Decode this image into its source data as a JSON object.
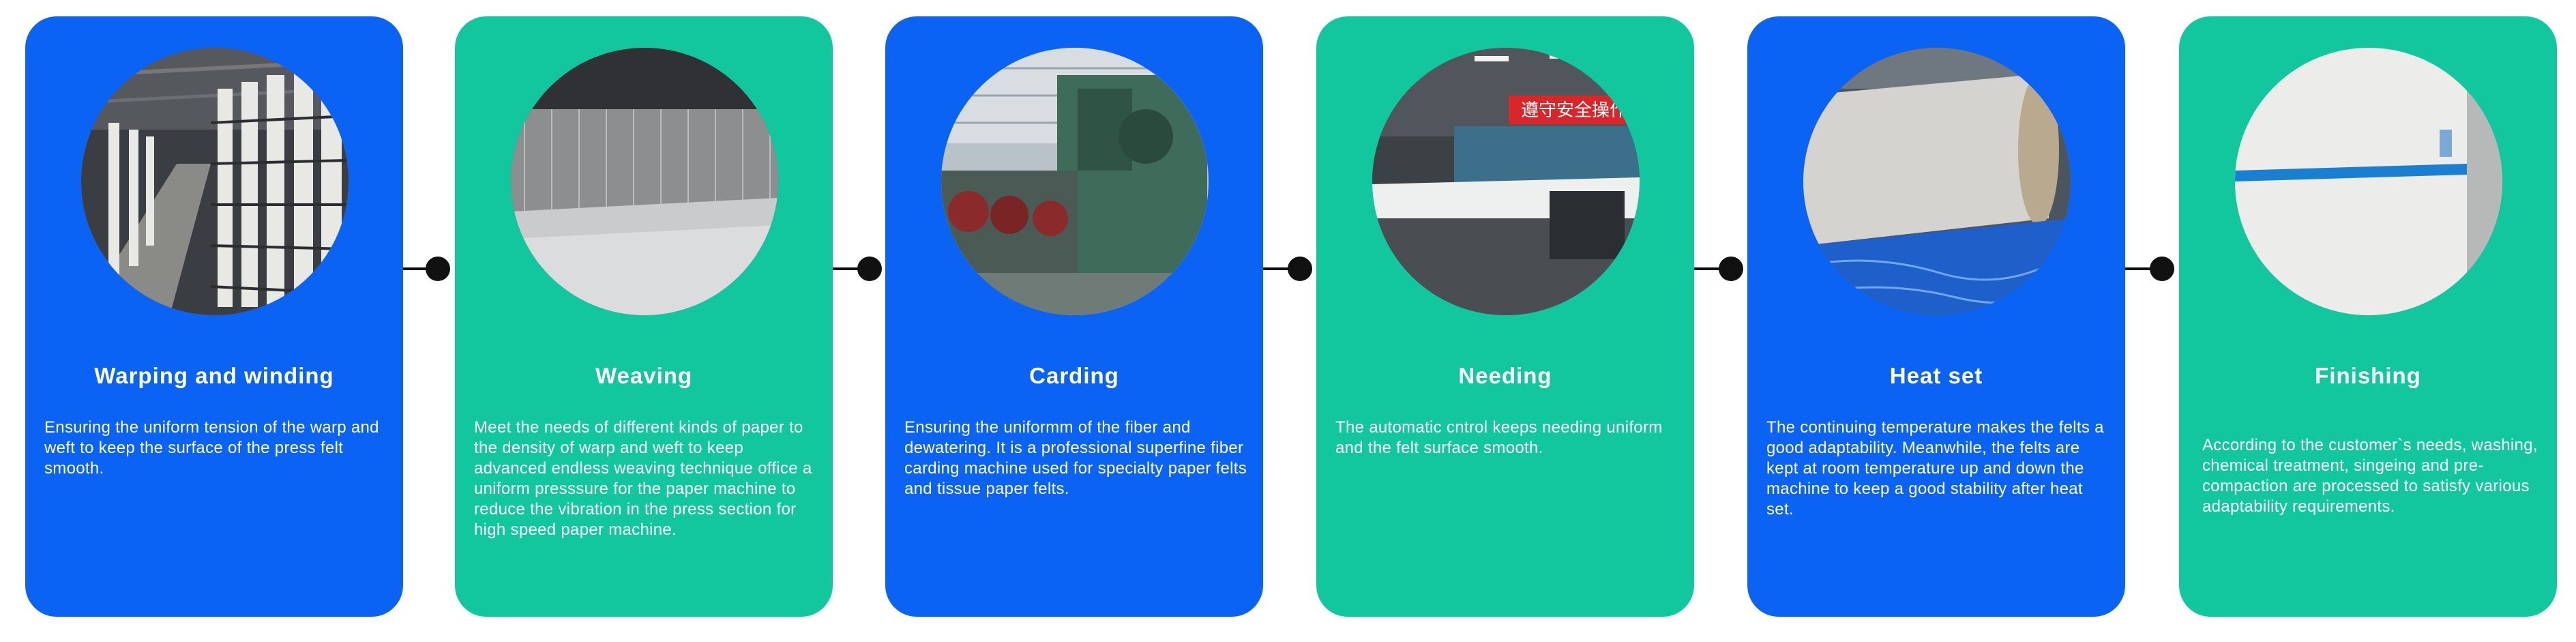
{
  "steps": [
    {
      "title": "Warping and winding",
      "description": "Ensuring the uniform tension of the warp and weft to keep the surface of the press felt smooth.",
      "color": "#0b63f4"
    },
    {
      "title": "Weaving",
      "description": "Meet the needs of different kinds of paper to the density of warp and weft to keep advanced endless weaving technique office a uniform presssure for the paper machine to reduce the vibration in the press section for high speed paper machine.",
      "color": "#12c79d"
    },
    {
      "title": "Carding",
      "description": "Ensuring the uniformm of the fiber and dewatering. It is a professional superfine fiber carding machine used for specialty paper felts and tissue paper felts.",
      "color": "#0b63f4"
    },
    {
      "title": "Needing",
      "description": "The automatic cntrol keeps needing uniform and the felt surface smooth.",
      "color": "#12c79d"
    },
    {
      "title": "Heat set",
      "description": "The continuing temperature makes the felts a good adaptability. Meanwhile, the felts are kept at room temperature up and down the machine to keep a good stability after heat set.",
      "color": "#0b63f4"
    },
    {
      "title": "Finishing",
      "description": "According to the customer`s needs, washing, chemical treatment, singeing and pre-compaction are processed to satisfy various adaptability requirements.",
      "color": "#12c79d"
    }
  ],
  "photo_banner_text": "遵守安全操作"
}
